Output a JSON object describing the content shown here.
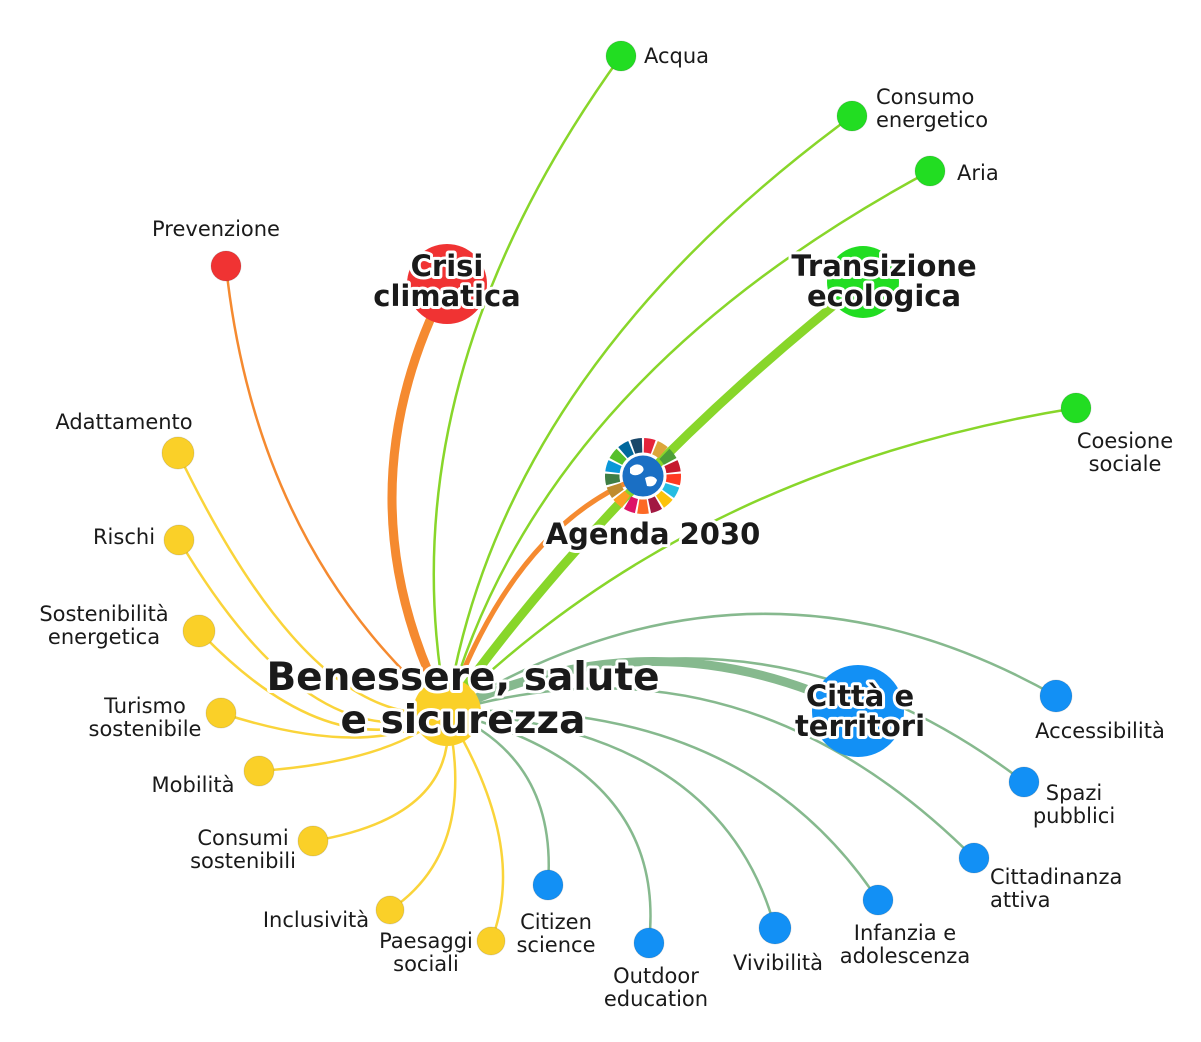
{
  "colors": {
    "green": "#22dd22",
    "green_edge": "#88d62a",
    "red": "#f03333",
    "orange_edge": "#f58a30",
    "yellow": "#fad028",
    "yellow_edge": "#fad43a",
    "blue": "#1290f5",
    "teal_edge": "#86b98e"
  },
  "hubs": {
    "benessere": {
      "label_lines": [
        "Benessere, salute",
        "e sicurezza"
      ],
      "color": "yellow"
    },
    "crisi": {
      "label_lines": [
        "Crisi",
        "climatica"
      ],
      "color": "red"
    },
    "transizione": {
      "label_lines": [
        "Transizione",
        "ecologica"
      ],
      "color": "green"
    },
    "agenda": {
      "label_lines": [
        "Agenda 2030"
      ],
      "icon": "sdg-wheel-globe-icon"
    },
    "citta": {
      "label_lines": [
        "Città e",
        "territori"
      ],
      "color": "blue"
    }
  },
  "nodes": [
    {
      "id": "acqua",
      "label_lines": [
        "Acqua"
      ],
      "color": "green"
    },
    {
      "id": "consumo-energetico",
      "label_lines": [
        "Consumo",
        "energetico"
      ],
      "color": "green"
    },
    {
      "id": "aria",
      "label_lines": [
        "Aria"
      ],
      "color": "green"
    },
    {
      "id": "coesione-sociale",
      "label_lines": [
        "Coesione",
        "sociale"
      ],
      "color": "green"
    },
    {
      "id": "prevenzione",
      "label_lines": [
        "Prevenzione"
      ],
      "color": "red"
    },
    {
      "id": "adattamento",
      "label_lines": [
        "Adattamento"
      ],
      "color": "yellow"
    },
    {
      "id": "rischi",
      "label_lines": [
        "Rischi"
      ],
      "color": "yellow"
    },
    {
      "id": "sostenibilita-energetica",
      "label_lines": [
        "Sostenibilità",
        "energetica"
      ],
      "color": "yellow"
    },
    {
      "id": "turismo-sostenibile",
      "label_lines": [
        "Turismo",
        "sostenibile"
      ],
      "color": "yellow"
    },
    {
      "id": "mobilita",
      "label_lines": [
        "Mobilità"
      ],
      "color": "yellow"
    },
    {
      "id": "consumi-sostenibili",
      "label_lines": [
        "Consumi",
        "sostenibili"
      ],
      "color": "yellow"
    },
    {
      "id": "inclusivita",
      "label_lines": [
        "Inclusività"
      ],
      "color": "yellow"
    },
    {
      "id": "paesaggi-sociali",
      "label_lines": [
        "Paesaggi",
        "sociali"
      ],
      "color": "yellow"
    },
    {
      "id": "citizen-science",
      "label_lines": [
        "Citizen",
        "science"
      ],
      "color": "blue"
    },
    {
      "id": "outdoor-education",
      "label_lines": [
        "Outdoor",
        "education"
      ],
      "color": "blue"
    },
    {
      "id": "vivibilita",
      "label_lines": [
        "Vivibilità"
      ],
      "color": "blue"
    },
    {
      "id": "infanzia",
      "label_lines": [
        "Infanzia e",
        "adolescenza"
      ],
      "color": "blue"
    },
    {
      "id": "cittadinanza-attiva",
      "label_lines": [
        "Cittadinanza",
        "attiva"
      ],
      "color": "blue"
    },
    {
      "id": "spazi-pubblici",
      "label_lines": [
        "Spazi",
        "pubblici"
      ],
      "color": "blue"
    },
    {
      "id": "accessibilita",
      "label_lines": [
        "Accessibilità"
      ],
      "color": "blue"
    }
  ],
  "edges": [
    {
      "from": "benessere",
      "to": "acqua",
      "color": "green_edge"
    },
    {
      "from": "benessere",
      "to": "consumo-energetico",
      "color": "green_edge"
    },
    {
      "from": "benessere",
      "to": "aria",
      "color": "green_edge"
    },
    {
      "from": "benessere",
      "to": "transizione",
      "color": "green_edge",
      "weight": "strong"
    },
    {
      "from": "benessere",
      "to": "coesione-sociale",
      "color": "green_edge"
    },
    {
      "from": "benessere",
      "to": "crisi",
      "color": "orange_edge",
      "weight": "strong"
    },
    {
      "from": "benessere",
      "to": "prevenzione",
      "color": "orange_edge"
    },
    {
      "from": "benessere",
      "to": "agenda",
      "color": "orange_edge",
      "weight": "medium"
    },
    {
      "from": "benessere",
      "to": "adattamento",
      "color": "yellow_edge"
    },
    {
      "from": "benessere",
      "to": "rischi",
      "color": "yellow_edge"
    },
    {
      "from": "benessere",
      "to": "sostenibilita-energetica",
      "color": "yellow_edge"
    },
    {
      "from": "benessere",
      "to": "turismo-sostenibile",
      "color": "yellow_edge"
    },
    {
      "from": "benessere",
      "to": "mobilita",
      "color": "yellow_edge"
    },
    {
      "from": "benessere",
      "to": "consumi-sostenibili",
      "color": "yellow_edge"
    },
    {
      "from": "benessere",
      "to": "inclusivita",
      "color": "yellow_edge"
    },
    {
      "from": "benessere",
      "to": "paesaggi-sociali",
      "color": "yellow_edge"
    },
    {
      "from": "benessere",
      "to": "citta",
      "color": "teal_edge",
      "weight": "strong"
    },
    {
      "from": "benessere",
      "to": "accessibilita",
      "color": "teal_edge"
    },
    {
      "from": "benessere",
      "to": "spazi-pubblici",
      "color": "teal_edge"
    },
    {
      "from": "benessere",
      "to": "cittadinanza-attiva",
      "color": "teal_edge"
    },
    {
      "from": "benessere",
      "to": "infanzia",
      "color": "teal_edge"
    },
    {
      "from": "benessere",
      "to": "vivibilita",
      "color": "teal_edge"
    },
    {
      "from": "benessere",
      "to": "outdoor-education",
      "color": "teal_edge"
    },
    {
      "from": "benessere",
      "to": "citizen-science",
      "color": "teal_edge"
    }
  ]
}
